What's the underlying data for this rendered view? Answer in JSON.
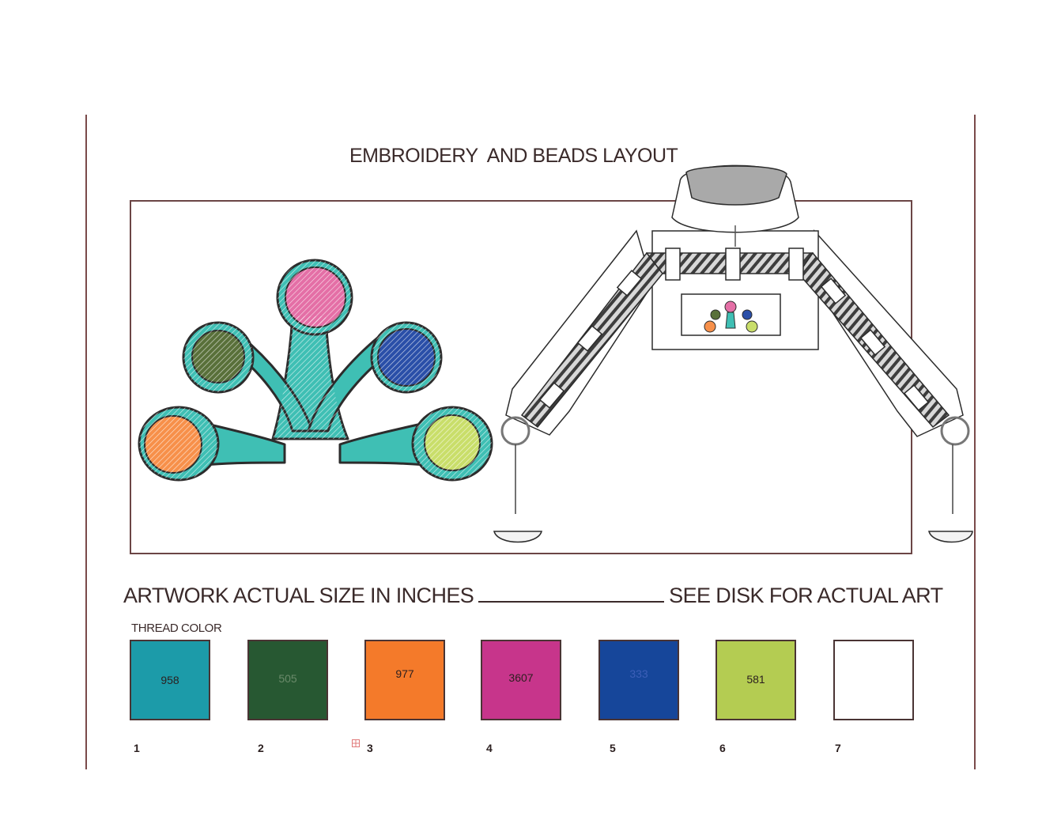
{
  "title": "EMBROIDERY  AND BEADS LAYOUT",
  "artwork_size_label": "ARTWORK ACTUAL SIZE IN INCHES",
  "see_disk_label": "SEE DISK FOR ACTUAL ART",
  "thread_color_label": "THREAD COLOR",
  "swatches": [
    {
      "code": "958",
      "number": "1",
      "color": "#1c9ba9"
    },
    {
      "code": "505",
      "number": "2",
      "color": "#275832"
    },
    {
      "code": "977",
      "number": "3",
      "color": "#f47a2a"
    },
    {
      "code": "3607",
      "number": "4",
      "color": "#c7358b"
    },
    {
      "code": "333",
      "number": "5",
      "color": "#16469a"
    },
    {
      "code": "581",
      "number": "6",
      "color": "#b4cc52"
    },
    {
      "code": "",
      "number": "7",
      "color": "#ffffff"
    }
  ],
  "motif_colors": {
    "body": "#3fbfb4",
    "top": "#e46fa6",
    "upper_left": "#59703a",
    "upper_right": "#2a4fa8",
    "lower_left": "#f7904a",
    "lower_right": "#c9de6a"
  }
}
